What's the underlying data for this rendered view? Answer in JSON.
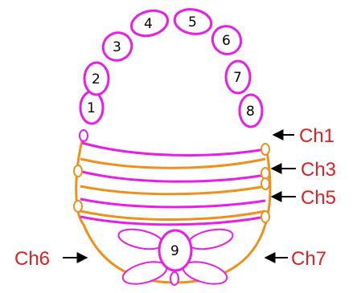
{
  "colors": {
    "magenta": "#e81ee8",
    "orange": "#f0901a",
    "label_red": "#e02020",
    "arrow": "#000000"
  },
  "rings": {
    "top_numbers": [
      "1",
      "2",
      "3",
      "4",
      "5",
      "6",
      "7",
      "8"
    ],
    "center_number": "9"
  },
  "labels": {
    "ch1": "Ch1",
    "ch3": "Ch3",
    "ch5": "Ch5",
    "ch6": "Ch6",
    "ch7": "Ch7"
  }
}
